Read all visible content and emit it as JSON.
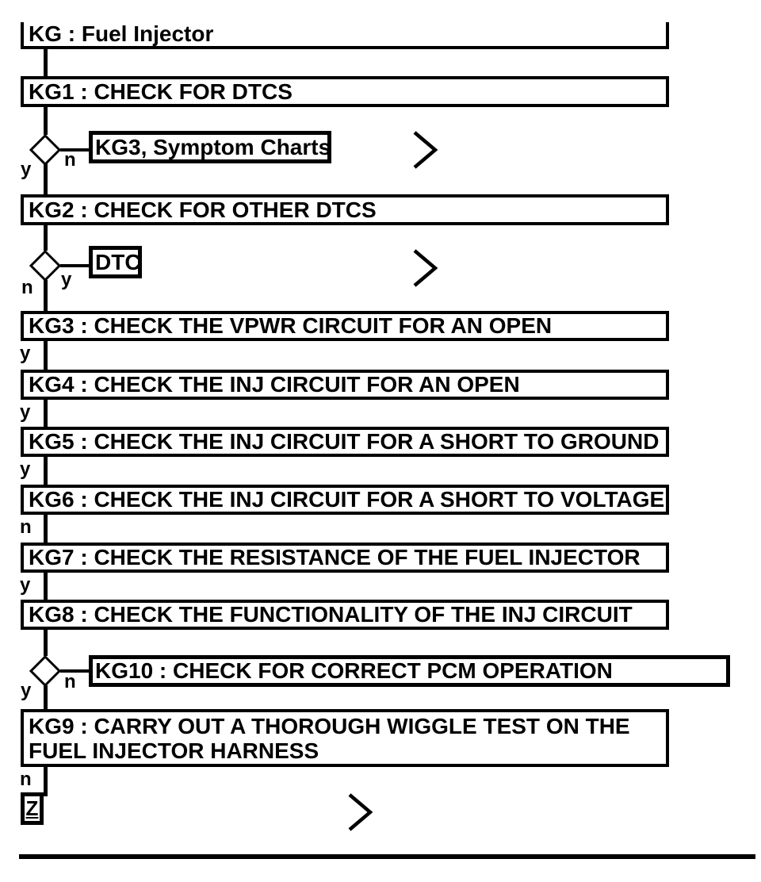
{
  "title": "KG : Fuel Injector",
  "steps": [
    {
      "id": "KG1",
      "label": "KG1 : CHECK FOR DTCS",
      "exit": ""
    },
    {
      "id": "KG2",
      "label": "KG2 : CHECK FOR OTHER DTCS",
      "exit": ""
    },
    {
      "id": "KG3",
      "label": "KG3 : CHECK THE VPWR CIRCUIT FOR AN OPEN",
      "exit": "y"
    },
    {
      "id": "KG4",
      "label": "KG4 : CHECK THE INJ CIRCUIT FOR AN OPEN",
      "exit": "y"
    },
    {
      "id": "KG5",
      "label": "KG5 : CHECK THE INJ CIRCUIT FOR A SHORT TO GROUND",
      "exit": "y"
    },
    {
      "id": "KG6",
      "label": "KG6 : CHECK THE INJ CIRCUIT FOR A SHORT TO VOLTAGE",
      "exit": "n"
    },
    {
      "id": "KG7",
      "label": "KG7 : CHECK THE RESISTANCE OF THE FUEL INJECTOR",
      "exit": "y"
    },
    {
      "id": "KG8",
      "label": "KG8 : CHECK THE FUNCTIONALITY OF THE INJ CIRCUIT",
      "exit": ""
    },
    {
      "id": "KG9",
      "label": "KG9 : CARRY OUT A THOROUGH WIGGLE TEST ON THE",
      "label2": "FUEL INJECTOR HARNESS",
      "exit": "n"
    }
  ],
  "decisions": [
    {
      "left": "y",
      "right": "n",
      "target": "KG3, Symptom Charts"
    },
    {
      "left": "n",
      "right": "y",
      "target": "DTC"
    },
    {
      "left": "y",
      "right": "n",
      "target": "KG10 : CHECK FOR CORRECT PCM OPERATION"
    }
  ],
  "terminal": "Z",
  "colors": {
    "ink": "#000000",
    "background": "#ffffff"
  }
}
